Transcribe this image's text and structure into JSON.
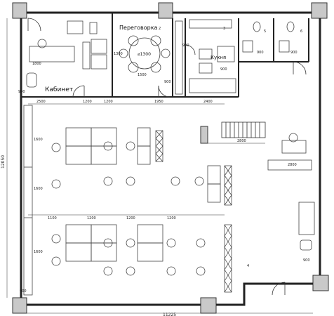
{
  "rooms": {
    "cabinet": "Кабинет",
    "meeting_room": "Переговорка",
    "kitchen": "Кухня"
  },
  "meeting_table_label": "⌀1300",
  "overall_dimensions": {
    "left_height": "12050",
    "bottom_width": "11225"
  },
  "dimension_labels": {
    "cabinet_desk": "1800",
    "cabinet_cabinet": "900",
    "meeting_width_a": "1300",
    "meeting_width_b": "1500",
    "meeting_door": "900",
    "kitchen_a": "900",
    "kitchen_b": "900",
    "wc_a": "900",
    "wc_b": "900",
    "corridor_a": "2500",
    "corridor_b": "1200",
    "corridor_c": "1200",
    "corridor_d": "1950",
    "corridor_e": "2400",
    "right_block": "2800",
    "right_block_b": "2800",
    "door_right": "900",
    "row_a": "1100",
    "row_b": "1200",
    "row_c": "1200",
    "row_d": "1200",
    "left_a": "1600",
    "left_b": "1600",
    "left_c": "1600",
    "bottom_small": "900"
  },
  "room_numbers": {
    "meeting": "2",
    "kitchen": "3",
    "wc_1": "5",
    "wc_2": "6",
    "open_space": "4"
  },
  "colors": {
    "wall_fill": "#c9c9c9",
    "line": "#222222",
    "furniture": "#444444"
  }
}
